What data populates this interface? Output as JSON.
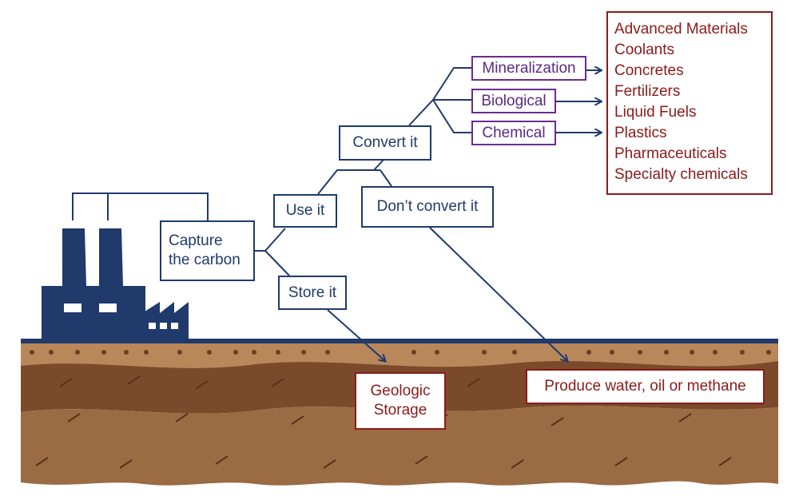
{
  "diagram": {
    "capture": "Capture\nthe carbon",
    "use": "Use it",
    "store": "Store it",
    "convert": "Convert it",
    "dont_convert": "Don’t convert it",
    "methods": [
      "Mineralization",
      "Biological",
      "Chemical"
    ],
    "products": [
      "Advanced Materials",
      "Coolants",
      "Concretes",
      "Fertilizers",
      "Liquid Fuels",
      "Plastics",
      "Pharmaceuticals",
      "Specialty chemicals"
    ],
    "geologic_storage": "Geologic\nStorage",
    "produce": "Produce water, oil or methane"
  },
  "colors": {
    "navy": "#1f3a6b",
    "purple": "#6a2c8f",
    "red": "#8b1a1a",
    "soil_top": "#b8875a",
    "soil_mid": "#7b4a2b",
    "soil_bottom": "#9b6b44"
  }
}
